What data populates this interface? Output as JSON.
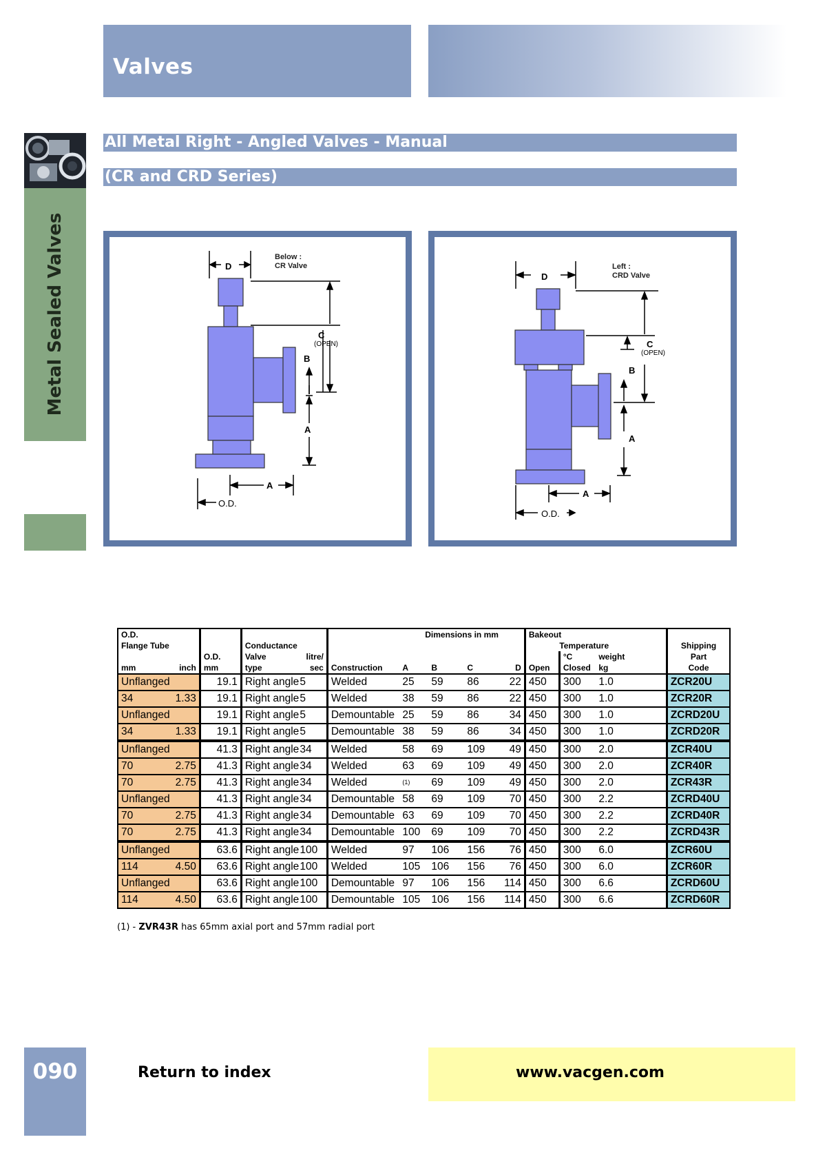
{
  "header": {
    "title": "Valves"
  },
  "side": {
    "label": "Metal Sealed Valves"
  },
  "product": {
    "title": "All Metal Right - Angled Valves - Manual",
    "series": "(CR and CRD Series)"
  },
  "figures": {
    "left": {
      "caption_line1": "Below :",
      "caption_line2": "CR Valve",
      "d": "D",
      "c": "C",
      "open": "(OPEN)",
      "b": "B",
      "a": "A",
      "a2": "A",
      "od": "O.D."
    },
    "right": {
      "caption_line1": "Left :",
      "caption_line2": "CRD Valve",
      "d": "D",
      "c": "C",
      "open": "(OPEN)",
      "b": "B",
      "a": "A",
      "a2": "A",
      "od": "O.D."
    }
  },
  "table": {
    "headers": {
      "od": "O.D.",
      "flange_tube": "Flange Tube",
      "mm": "mm",
      "inch": "inch",
      "od2": "O.D.",
      "mm2": "mm",
      "conductance": "Conductance",
      "valve": "Valve",
      "type": "type",
      "litre": "litre/",
      "sec": "sec",
      "dimensions": "Dimensions in mm",
      "construction": "Construction",
      "a": "A",
      "b": "B",
      "c": "C",
      "d": "D",
      "bakeout": "Bakeout",
      "temperature": "Temperature",
      "deg_c": "°C",
      "open": "Open",
      "closed": "Closed",
      "weight": "weight",
      "kg": "kg",
      "shipping": "Shipping",
      "part": "Part",
      "code": "Code"
    },
    "rows": [
      {
        "flange": "Unflanged",
        "inch": "",
        "tube": "19.1",
        "type": "Right angle",
        "cond": "5",
        "construction": "Welded",
        "a": "25",
        "b": "59",
        "c": "86",
        "d": "22",
        "open": "450",
        "closed": "300",
        "weight": "1.0",
        "code": "ZCR20U"
      },
      {
        "flange": "34",
        "inch": "1.33",
        "tube": "19.1",
        "type": "Right angle",
        "cond": "5",
        "construction": "Welded",
        "a": "38",
        "b": "59",
        "c": "86",
        "d": "22",
        "open": "450",
        "closed": "300",
        "weight": "1.0",
        "code": "ZCR20R"
      },
      {
        "flange": "Unflanged",
        "inch": "",
        "tube": "19.1",
        "type": "Right angle",
        "cond": "5",
        "construction": "Demountable",
        "a": "25",
        "b": "59",
        "c": "86",
        "d": "34",
        "open": "450",
        "closed": "300",
        "weight": "1.0",
        "code": "ZCRD20U"
      },
      {
        "flange": "34",
        "inch": "1.33",
        "tube": "19.1",
        "type": "Right angle",
        "cond": "5",
        "construction": "Demountable",
        "a": "38",
        "b": "59",
        "c": "86",
        "d": "34",
        "open": "450",
        "closed": "300",
        "weight": "1.0",
        "code": "ZCRD20R"
      },
      {
        "flange": "Unflanged",
        "inch": "",
        "tube": "41.3",
        "type": "Right angle",
        "cond": "34",
        "construction": "Welded",
        "a": "58",
        "b": "69",
        "c": "109",
        "d": "49",
        "open": "450",
        "closed": "300",
        "weight": "2.0",
        "code": "ZCR40U"
      },
      {
        "flange": "70",
        "inch": "2.75",
        "tube": "41.3",
        "type": "Right angle",
        "cond": "34",
        "construction": "Welded",
        "a": "63",
        "b": "69",
        "c": "109",
        "d": "49",
        "open": "450",
        "closed": "300",
        "weight": "2.0",
        "code": "ZCR40R"
      },
      {
        "flange": "70",
        "inch": "2.75",
        "tube": "41.3",
        "type": "Right angle",
        "cond": "34",
        "construction": "Welded",
        "a": "(1)",
        "b": "69",
        "c": "109",
        "d": "49",
        "open": "450",
        "closed": "300",
        "weight": "2.0",
        "code": "ZCR43R"
      },
      {
        "flange": "Unflanged",
        "inch": "",
        "tube": "41.3",
        "type": "Right angle",
        "cond": "34",
        "construction": "Demountable",
        "a": "58",
        "b": "69",
        "c": "109",
        "d": "70",
        "open": "450",
        "closed": "300",
        "weight": "2.2",
        "code": "ZCRD40U"
      },
      {
        "flange": "70",
        "inch": "2.75",
        "tube": "41.3",
        "type": "Right angle",
        "cond": "34",
        "construction": "Demountable",
        "a": "63",
        "b": "69",
        "c": "109",
        "d": "70",
        "open": "450",
        "closed": "300",
        "weight": "2.2",
        "code": "ZCRD40R"
      },
      {
        "flange": "70",
        "inch": "2.75",
        "tube": "41.3",
        "type": "Right angle",
        "cond": "34",
        "construction": "Demountable",
        "a": "100",
        "b": "69",
        "c": "109",
        "d": "70",
        "open": "450",
        "closed": "300",
        "weight": "2.2",
        "code": "ZCRD43R"
      },
      {
        "flange": "Unflanged",
        "inch": "",
        "tube": "63.6",
        "type": "Right angle",
        "cond": "100",
        "construction": "Welded",
        "a": "97",
        "b": "106",
        "c": "156",
        "d": "76",
        "open": "450",
        "closed": "300",
        "weight": "6.0",
        "code": "ZCR60U"
      },
      {
        "flange": "114",
        "inch": "4.50",
        "tube": "63.6",
        "type": "Right angle",
        "cond": "100",
        "construction": "Welded",
        "a": "105",
        "b": "106",
        "c": "156",
        "d": "76",
        "open": "450",
        "closed": "300",
        "weight": "6.0",
        "code": "ZCR60R"
      },
      {
        "flange": "Unflanged",
        "inch": "",
        "tube": "63.6",
        "type": "Right angle",
        "cond": "100",
        "construction": "Demountable",
        "a": "97",
        "b": "106",
        "c": "156",
        "d": "114",
        "open": "450",
        "closed": "300",
        "weight": "6.6",
        "code": "ZCRD60U"
      },
      {
        "flange": "114",
        "inch": "4.50",
        "tube": "63.6",
        "type": "Right angle",
        "cond": "100",
        "construction": "Demountable",
        "a": "105",
        "b": "106",
        "c": "156",
        "d": "114",
        "open": "450",
        "closed": "300",
        "weight": "6.6",
        "code": "ZCRD60R"
      }
    ]
  },
  "footnote": {
    "prefix": "(1) - ",
    "code": "ZVR43R",
    "text": " has 65mm axial port and 57mm radial port"
  },
  "footer": {
    "page_number": "090",
    "return_label": "Return to index",
    "website": "www.vacgen.com"
  },
  "colors": {
    "banner": "#8a9fc4",
    "side_green": "#86a782",
    "frame_blue": "#5f79a6",
    "valve_body": "#8b8ef2",
    "od_cell": "#f5c896",
    "code_cell": "#a9dbe3",
    "web_box": "#fffdac"
  }
}
